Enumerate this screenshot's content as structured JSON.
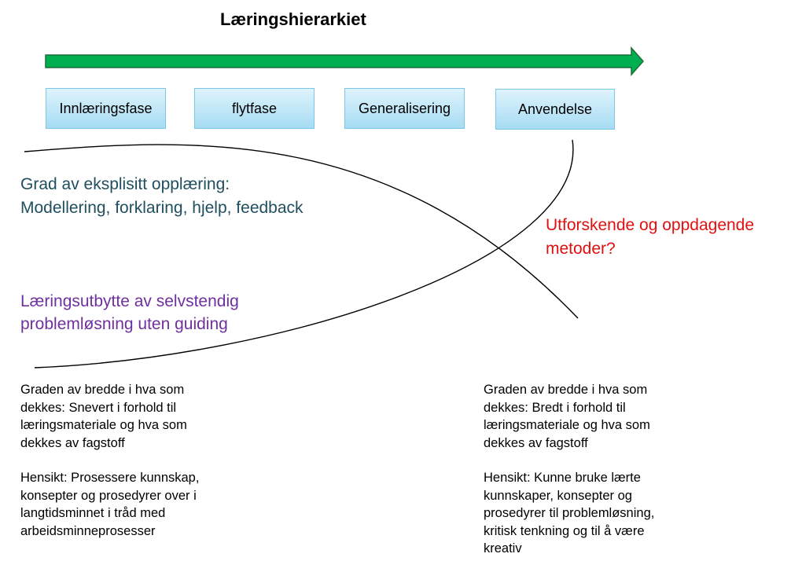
{
  "title": "Læringshierarkiet",
  "stages": [
    "Innlæringsfase",
    "flytfase",
    "Generalisering",
    "Anvendelse"
  ],
  "explicit_instruction": [
    "Grad av eksplisitt opplæring:",
    "Modellering, forklaring, hjelp, feedback"
  ],
  "exploratory_methods": [
    "Utforskende og oppdagende",
    "metoder?"
  ],
  "independent_outcome": [
    "Læringsutbytte av selvstendig",
    "problemløsning uten guiding"
  ],
  "left_column": {
    "breadth": [
      "Graden av bredde i hva som",
      "dekkes: Snevert i forhold til",
      "læringsmateriale og hva som",
      "dekkes av fagstoff"
    ],
    "purpose": [
      "Hensikt: Prosessere kunnskap,",
      "konsepter og prosedyrer over i",
      "langtidsminnet i tråd med",
      "arbeidsminneprosesser"
    ]
  },
  "right_column": {
    "breadth": [
      "Graden av bredde i hva som",
      "dekkes: Bredt i forhold til",
      "læringsmateriale og hva som",
      "dekkes av fagstoff"
    ],
    "purpose": [
      "Hensikt: Kunne bruke lærte",
      "kunnskaper, konsepter og",
      "prosedyrer til problemløsning,",
      "kritisk tenkning og til å være",
      "kreativ"
    ]
  },
  "colors": {
    "arrow": "#00b050",
    "explicit_instruction": "#1f4e5f",
    "exploratory_methods": "#e01010",
    "independent_outcome": "#7030a0"
  }
}
